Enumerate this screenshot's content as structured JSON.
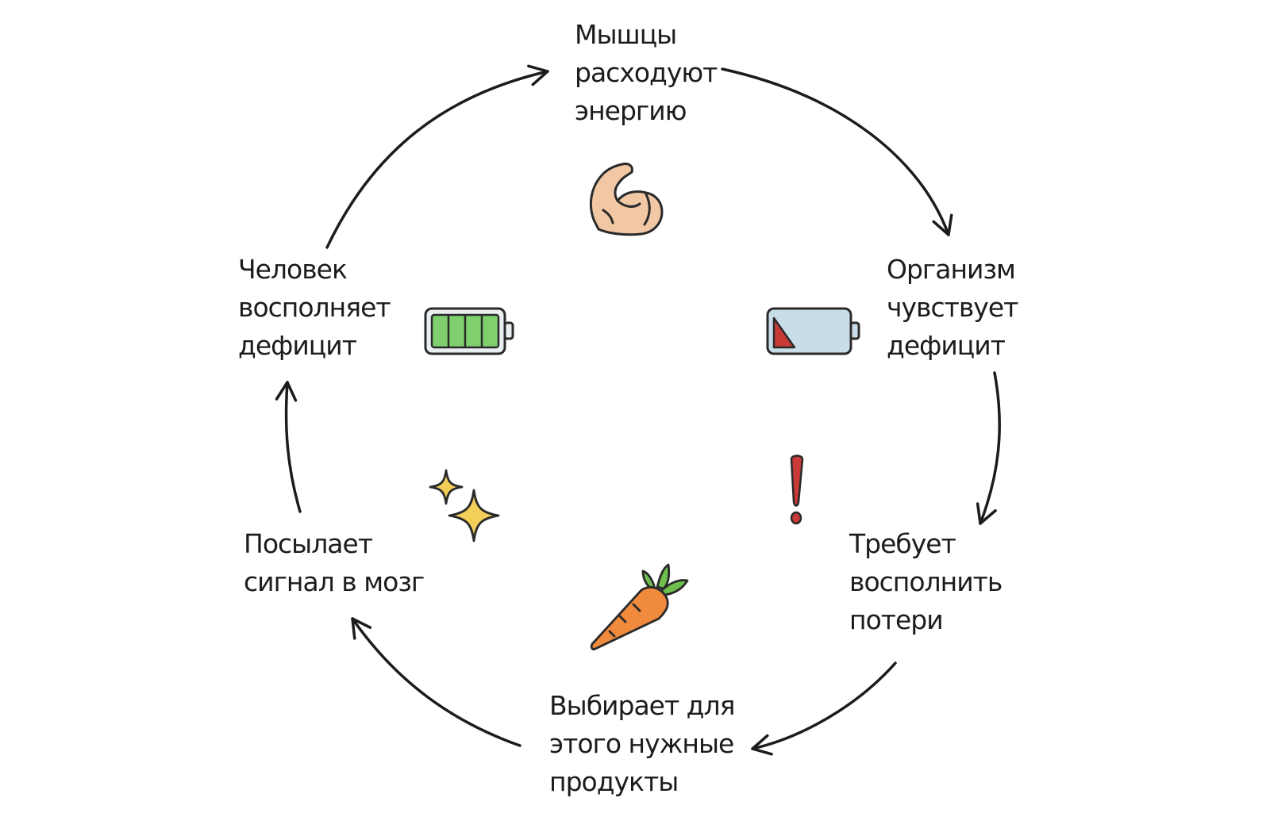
{
  "diagram": {
    "steps": [
      {
        "id": "step-1",
        "lines": [
          "Мышцы",
          "расходуют",
          "энергию"
        ],
        "icon": "flexed-biceps-icon"
      },
      {
        "id": "step-2",
        "lines": [
          "Организм",
          "чувствует",
          "дефицит"
        ],
        "icon": "low-battery-icon"
      },
      {
        "id": "step-3",
        "lines": [
          "Требует",
          "восполнить",
          "потери"
        ],
        "icon": "exclamation-icon"
      },
      {
        "id": "step-4",
        "lines": [
          "Выбирает для",
          "этого нужные",
          "продукты"
        ],
        "icon": "carrot-icon"
      },
      {
        "id": "step-5",
        "lines": [
          "Посылает",
          "сигнал в мозг"
        ],
        "icon": "sparkles-icon"
      },
      {
        "id": "step-6",
        "lines": [
          "Человек",
          "восполняет",
          "дефицит"
        ],
        "icon": "full-battery-icon"
      }
    ],
    "colors": {
      "ink": "#1c1c1c",
      "skin": "#f2c7a4",
      "battery_full": "#7fcf6e",
      "battery_empty": "#c9dde9",
      "alert_red": "#c83a36",
      "carrot": "#f08a3c",
      "carrot_leaves": "#6fbf4e",
      "sparkle": "#f3cf5a"
    }
  }
}
